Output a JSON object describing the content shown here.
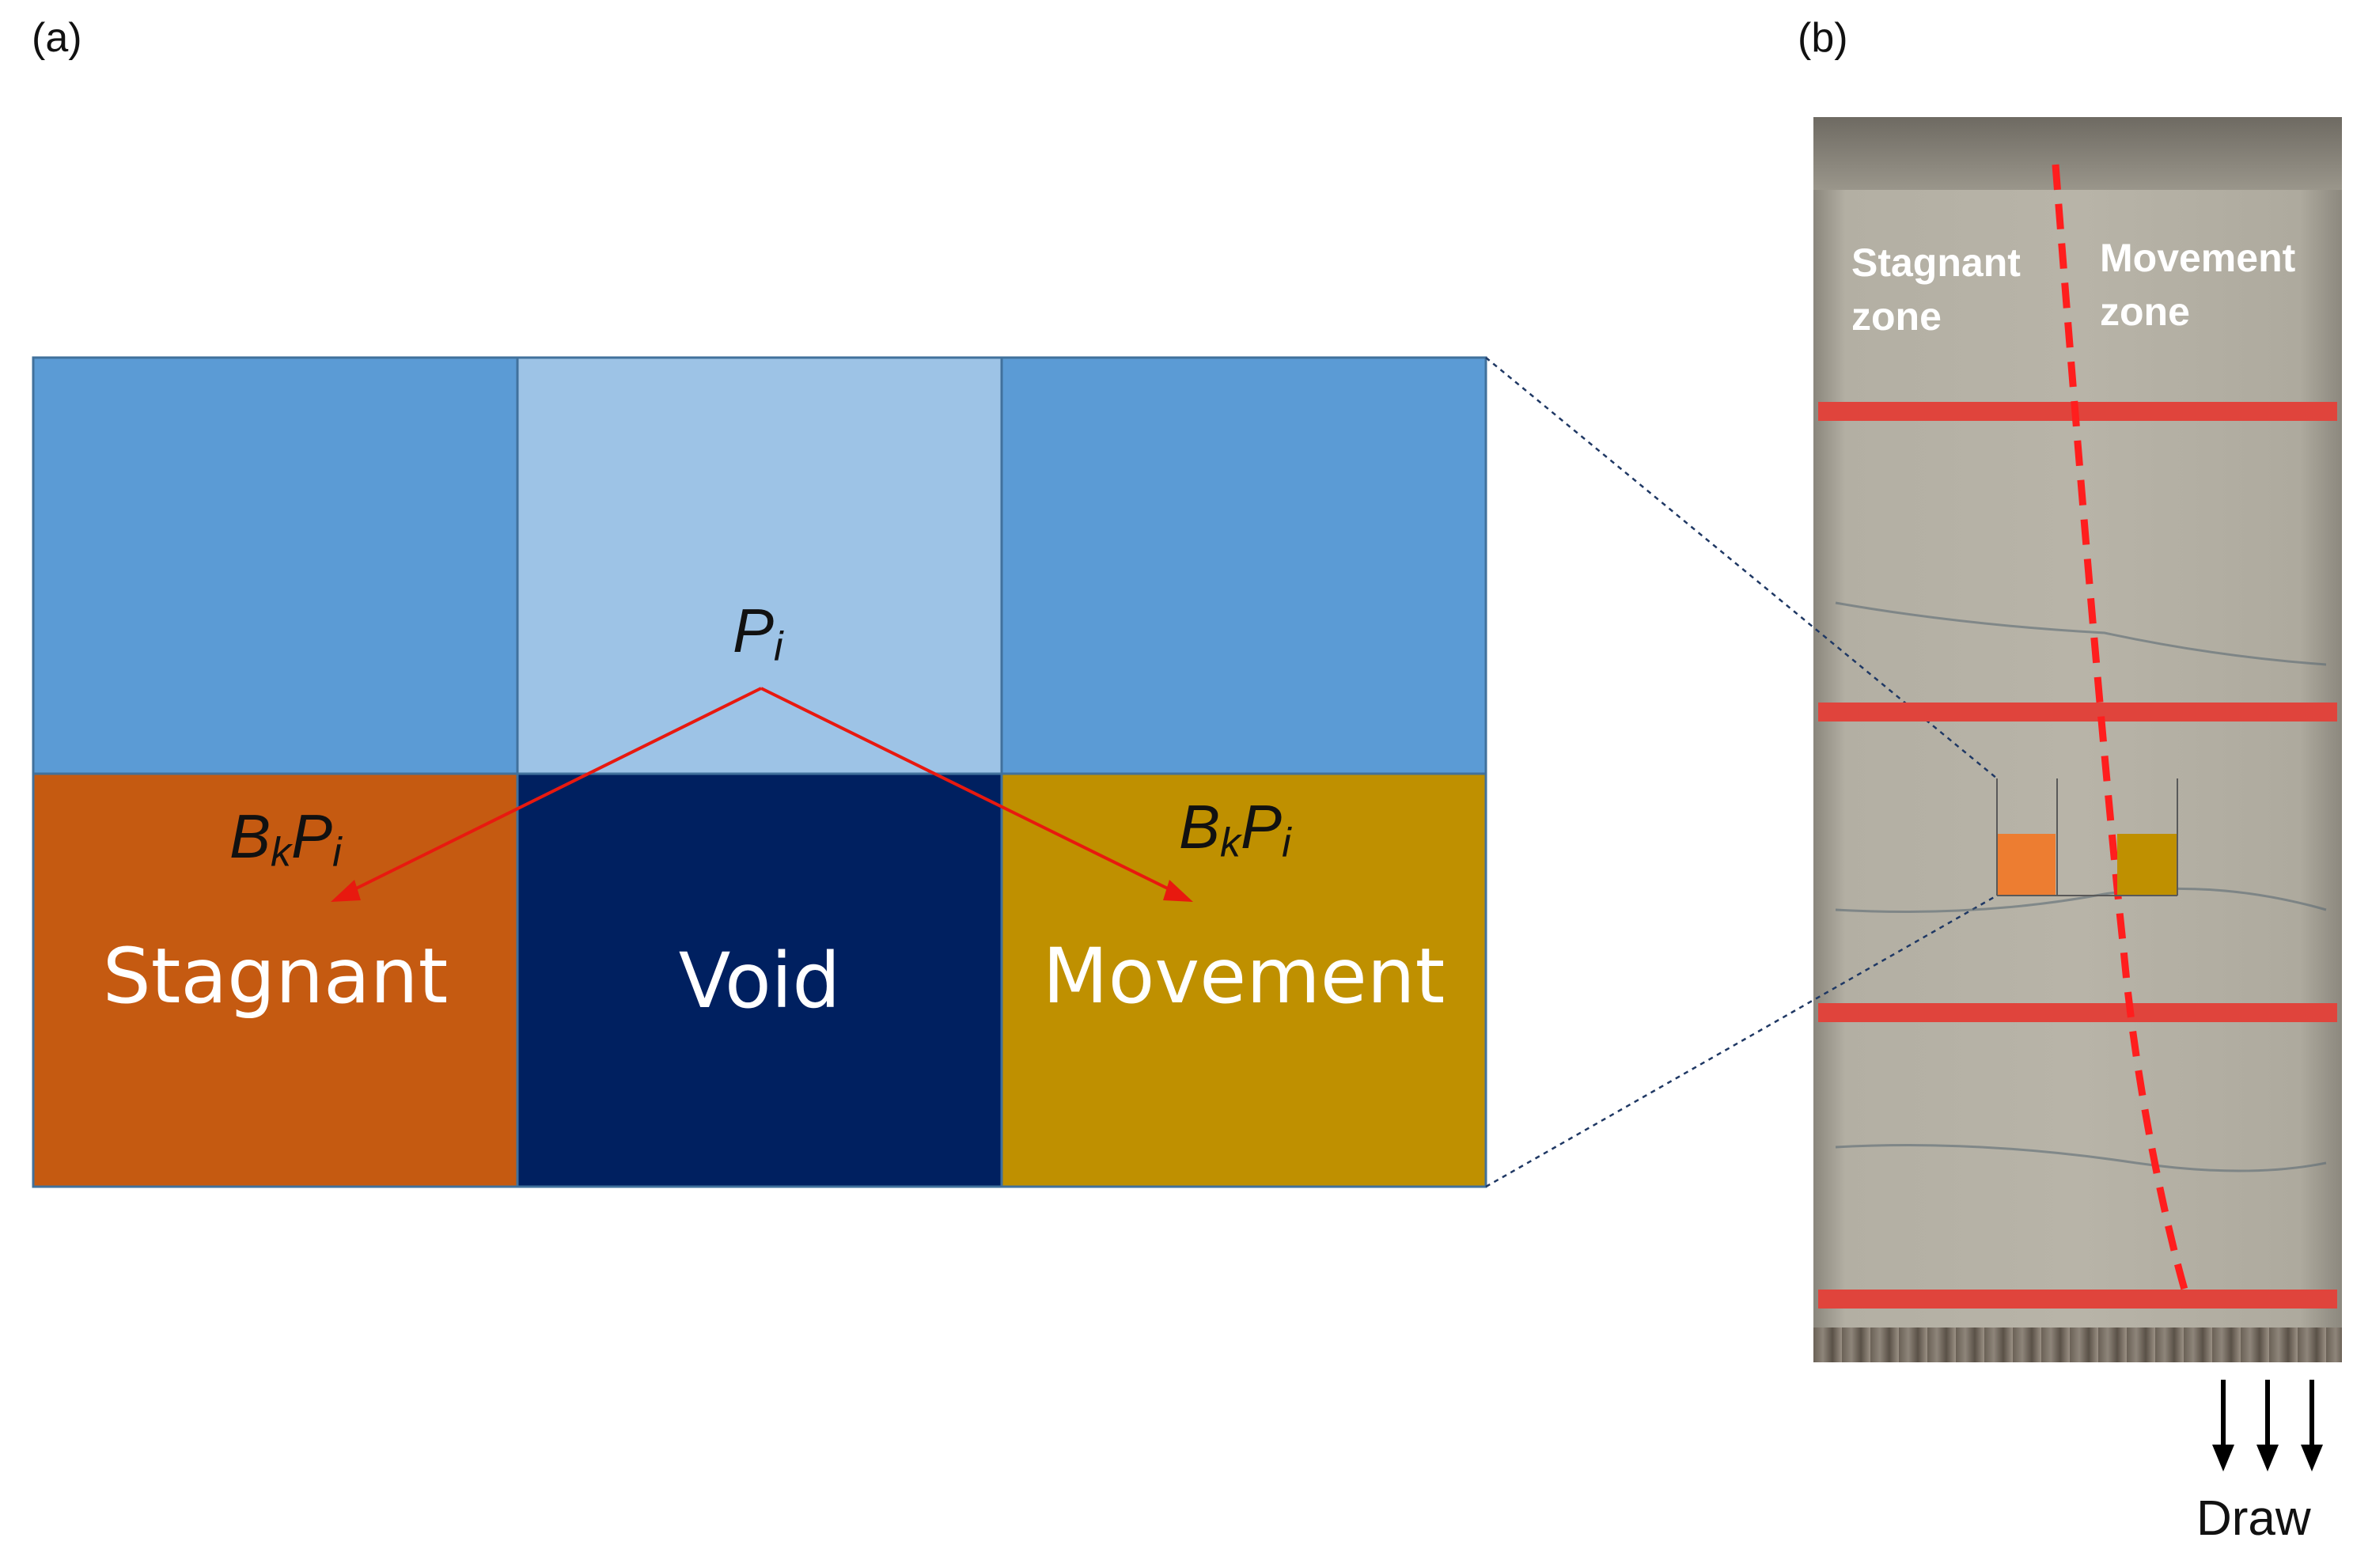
{
  "panel_a": {
    "label": "(a)",
    "cells": {
      "stagnant": "Stagnant",
      "void": "Void",
      "movement": "Movement"
    },
    "formula_top": {
      "base": "P",
      "sub": "i"
    },
    "formula_left": {
      "b": "B",
      "k": "k",
      "p": "P",
      "i": "i"
    },
    "formula_right": {
      "b": "B",
      "k": "k",
      "p": "P",
      "i": "i"
    },
    "colors": {
      "upper_side": "#5b9bd5",
      "upper_center": "#9dc3e6",
      "stagnant": "#c55a11",
      "void": "#002060",
      "movement": "#bf9000",
      "arrow": "#e8190f"
    }
  },
  "panel_b": {
    "label": "(b)",
    "zone_left": [
      "Stagnant",
      "zone"
    ],
    "zone_right": [
      "Movement",
      "zone"
    ],
    "draw_label": "Draw",
    "colors": {
      "boundary": "#ff1e1e",
      "inset_stagnant": "#ed7d31",
      "inset_movement": "#bf9000"
    }
  }
}
